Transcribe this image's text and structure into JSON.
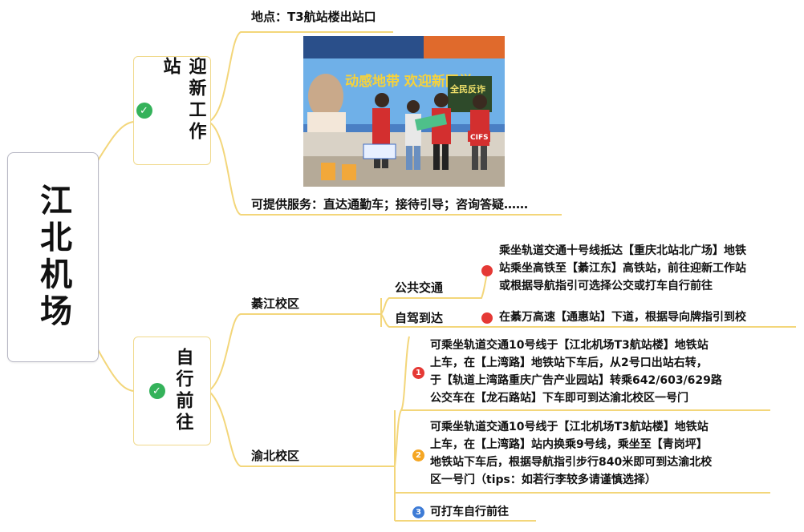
{
  "root": {
    "label": "江北机场"
  },
  "branches": [
    {
      "label": "迎新工作站",
      "icon": "check-icon",
      "location": "地点：T3航站楼出站口",
      "services": "可提供服务：直达通勤车；接待引导；咨询答疑……",
      "photo": {
        "banner_text": "动感地带 欢迎新同学",
        "board_text": "全民反诈",
        "tag_text": "CIFS"
      }
    },
    {
      "label": "自行前往",
      "icon": "check-icon",
      "campuses": [
        {
          "name": "綦江校区",
          "methods": [
            {
              "name": "公共交通",
              "desc_lines": [
                "乘坐轨道交通十号线抵达【重庆北站北广场】地铁",
                "站乘坐高铁至【綦江东】高铁站，前往迎新工作站",
                "或根据导航指引可选择公交或打车自行前往"
              ]
            },
            {
              "name": "自驾到达",
              "desc_lines": [
                "在綦万高速【通惠站】下道，根据导向牌指引到校"
              ]
            }
          ]
        },
        {
          "name": "渝北校区",
          "routes": [
            {
              "num": "1",
              "color": "#e53935",
              "lines": [
                "可乘坐轨道交通10号线于【江北机场T3航站楼】地铁站",
                "上车，在【上湾路】地铁站下车后，从2号口出站右转，",
                "于【轨道上湾路重庆广告产业园站】转乘642/603/629路",
                "公交车在【龙石路站】下车即可到达渝北校区一号门"
              ]
            },
            {
              "num": "2",
              "color": "#f5a623",
              "lines": [
                "可乘坐轨道交通10号线于【江北机场T3航站楼】地铁站",
                "上车，在【上湾路】站内换乘9号线，乘坐至【青岗坪】",
                "地铁站下车后，根据导航指引步行840米即可到达渝北校",
                "区一号门（tips：如若行李较多请谨慎选择）"
              ]
            },
            {
              "num": "3",
              "color": "#3d7bd6",
              "lines": [
                "可打车自行前往"
              ]
            }
          ]
        }
      ]
    }
  ],
  "colors": {
    "connector": "#f3d67a",
    "accent": "#f0d98c"
  }
}
